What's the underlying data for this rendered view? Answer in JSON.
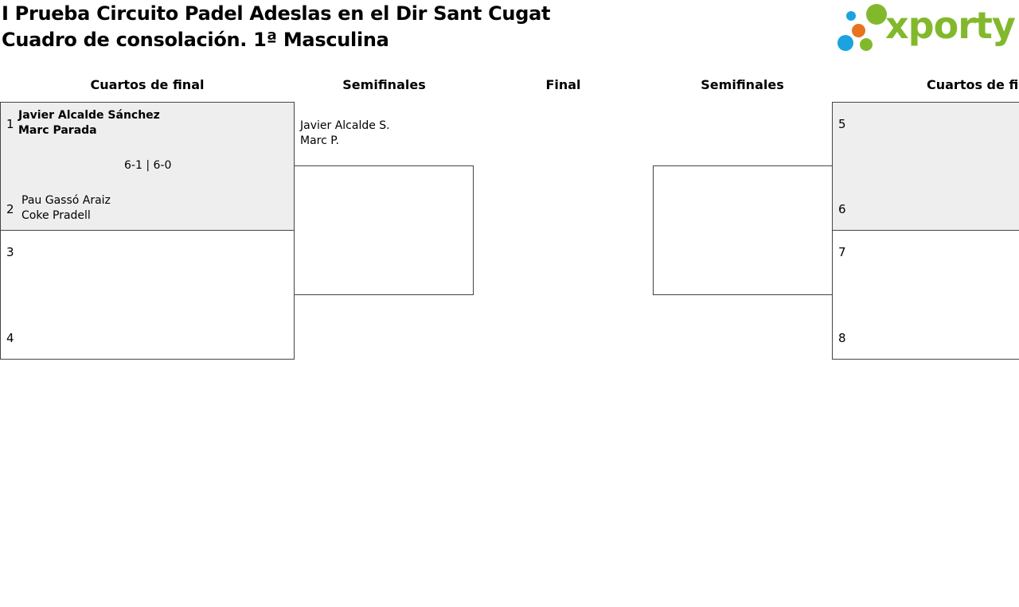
{
  "header": {
    "title": "I Prueba Circuito Padel Adeslas en el Dir Sant Cugat",
    "subtitle": "Cuadro de consolación. 1ª Masculina",
    "logo_text": "xporty",
    "logo_colors": {
      "green": "#82b92c",
      "blue": "#1aa3e0",
      "orange": "#e8731f"
    }
  },
  "rounds": {
    "left_quarters": "Cuartos de final",
    "left_semis": "Semifinales",
    "final": "Final",
    "right_semis": "Semifinales",
    "right_quarters": "Cuartos de fin"
  },
  "matches": {
    "qf1": {
      "seed_top": "1",
      "top_p1": "Javier Alcalde Sánchez",
      "top_p2": "Marc Parada",
      "score": "6-1 | 6-0",
      "seed_bottom": "2",
      "bottom_p1": "Pau Gassó Araiz",
      "bottom_p2": "Coke Pradell"
    },
    "qf2": {
      "seed_top": "3",
      "seed_bottom": "4"
    },
    "qf3": {
      "seed_top": "5",
      "seed_bottom": "6"
    },
    "qf4": {
      "seed_top": "7",
      "seed_bottom": "8"
    },
    "sf1": {
      "p1": "Javier Alcalde S.",
      "p2": "Marc P."
    }
  }
}
